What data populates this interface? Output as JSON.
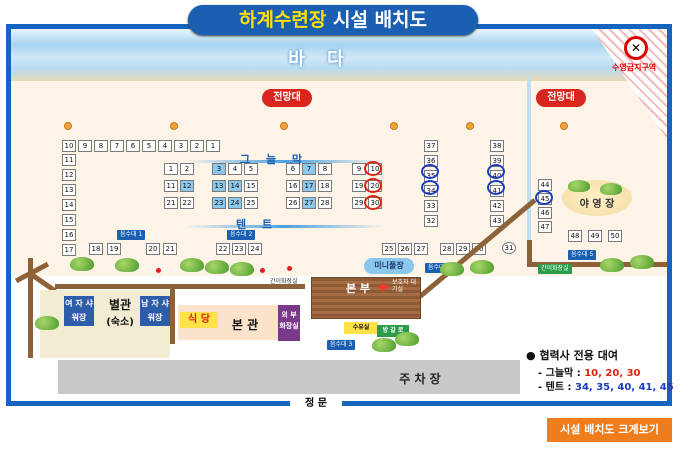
{
  "title": {
    "part1": "하계수련장",
    "part2": " 시설 배치도"
  },
  "sea": "바 다",
  "no_swim": {
    "icon": "no-swimming-icon",
    "text": "수영금지구역"
  },
  "towers": [
    "전망대",
    "전망대"
  ],
  "sections": {
    "canopy": "그 늘 막",
    "tent": "텐 트"
  },
  "rows": {
    "top": [
      "10",
      "9",
      "8",
      "7",
      "6",
      "5",
      "4",
      "3",
      "2",
      "1"
    ],
    "left": [
      "11",
      "12",
      "13",
      "14",
      "15",
      "16",
      "17"
    ],
    "bottom_left": [
      "18",
      "19",
      "20",
      "21"
    ],
    "g1": [
      [
        "1",
        "2"
      ],
      [
        "11",
        "12"
      ],
      [
        "21",
        "22"
      ]
    ],
    "g2": [
      [
        "3",
        "4",
        "5"
      ],
      [
        "13",
        "14",
        "15"
      ],
      [
        "23",
        "24",
        "25"
      ]
    ],
    "g3": [
      [
        "6",
        "7",
        "8"
      ],
      [
        "16",
        "17",
        "18"
      ],
      [
        "26",
        "27",
        "28"
      ]
    ],
    "g4": [
      [
        "9",
        "10"
      ],
      [
        "19",
        "20"
      ],
      [
        "29",
        "30"
      ]
    ],
    "bottom_mid": [
      "22",
      "23",
      "24"
    ],
    "bottom_right": [
      "25",
      "26",
      "27",
      "28",
      "29",
      "30"
    ],
    "col_a": [
      "37",
      "36",
      "35",
      "34",
      "33",
      "32"
    ],
    "col_b": [
      "38",
      "39",
      "40",
      "41",
      "42",
      "43"
    ],
    "col_c": [
      "44",
      "45",
      "46",
      "47"
    ],
    "row_c": [
      "48",
      "49",
      "50"
    ],
    "extra": "31"
  },
  "faucets": [
    "음수대 1",
    "음수대 2",
    "음수대 4",
    "음수대 5",
    "음수대 3"
  ],
  "labels": {
    "mini_pool": "미니풀장",
    "camp": "야 영 장",
    "restroom_small1": "간이화장실",
    "restroom_small2": "간이화장실",
    "hq": "본 부",
    "guard": "보호자 대기실",
    "annex": "별관",
    "annex_sub": "(숙소)",
    "women_shower": "여 자 샤워장",
    "men_shower": "남 자 샤워장",
    "restaurant": "식 당",
    "main_hall": "본 관",
    "outdoor_toilet": "외 부 화장실",
    "pool_room": "수유실",
    "broadcast": "방 갈 로",
    "parking": "주 차 장",
    "gate": "정 문"
  },
  "legend": {
    "title": "협력사 전용 대여",
    "canopy_label": "- 그늘막 : ",
    "canopy_nums": "10, 20, 30",
    "tent_label": "- 텐트 : ",
    "tent_nums": "34, 35, 40, 41, 45"
  },
  "button": "시설 배치도 크게보기",
  "colors": {
    "primary": "#1b5fb3",
    "accent": "#f07d1c",
    "red": "#d21",
    "blue": "#1a3dbf"
  }
}
